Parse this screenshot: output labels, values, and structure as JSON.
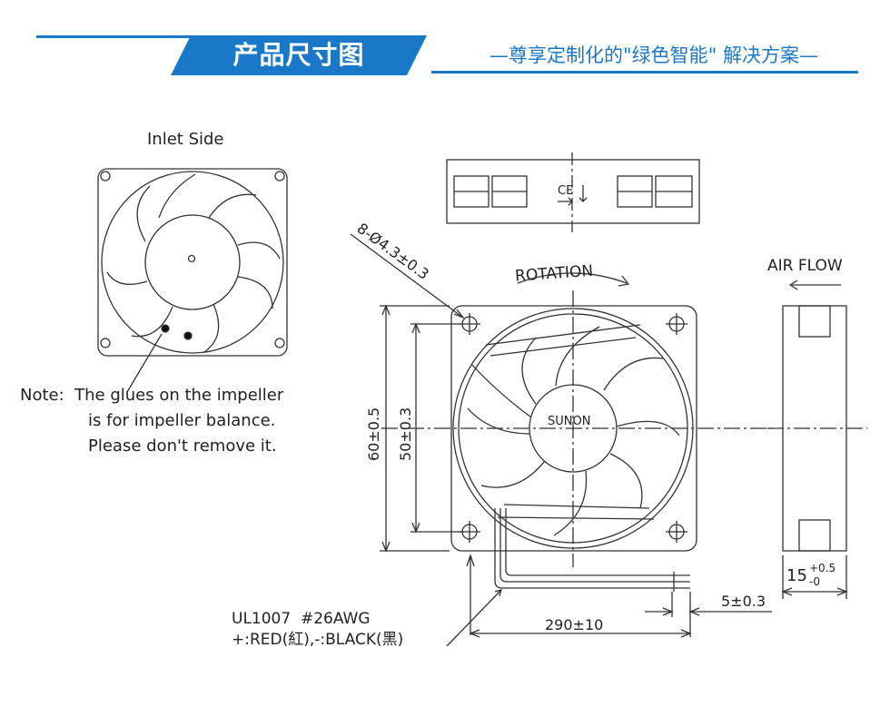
{
  "header": {
    "title": "产品尺寸图",
    "subtitle": "—尊享定制化的\"绿色智能\" 解决方案—"
  },
  "drawing": {
    "inlet_side_label": "Inlet Side",
    "note_lines": [
      "Note:  The glues on the impeller",
      "is for impeller balance.",
      "Please don't remove it."
    ],
    "hole_spec": "8-Ø4.3±0.3",
    "rotation_label": "ROTATION",
    "air_flow_label": "AIR FLOW",
    "brand_label": "SUNON",
    "ce_mark": "CE",
    "dim_overall": "60±0.5",
    "dim_holes": "50±0.3",
    "dim_thickness": "15",
    "dim_thickness_tol_plus": "+0.5",
    "dim_thickness_tol_minus": "-0",
    "dim_wire_strip": "5±0.3",
    "dim_wire_length": "290±10",
    "wire_spec": "UL1007  #26AWG",
    "wire_colors": "+:RED(紅),-:BLACK(黑)"
  },
  "colors": {
    "accent": "#1a78c8",
    "line": "#333333"
  }
}
